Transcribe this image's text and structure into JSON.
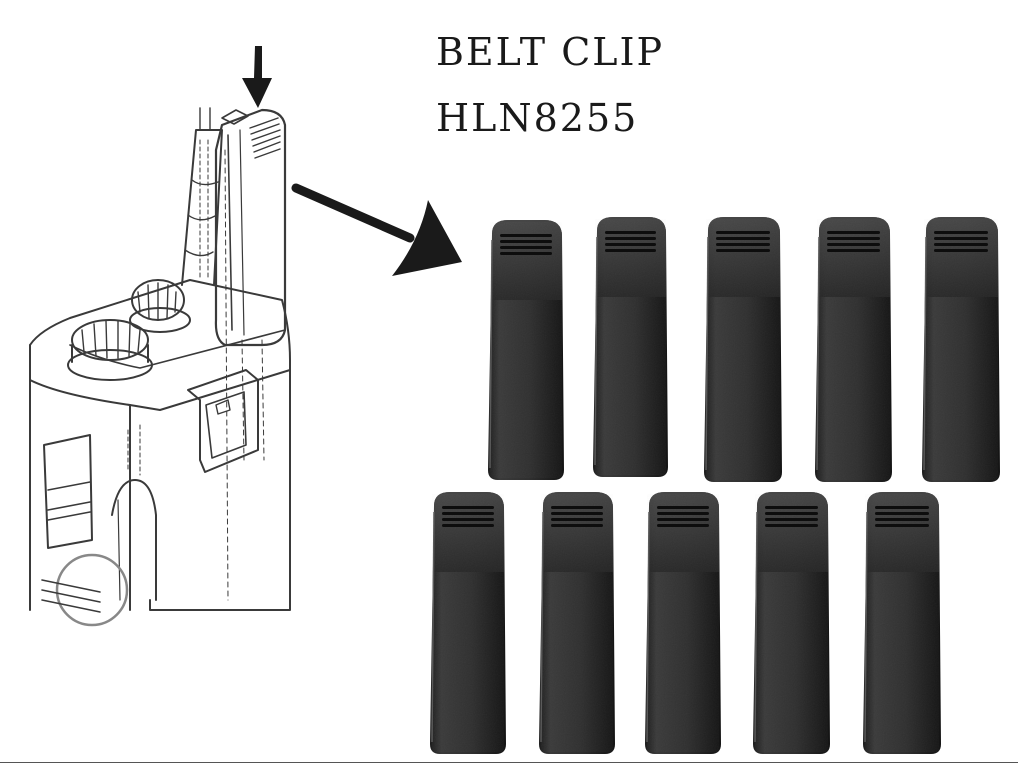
{
  "product": {
    "title_line_1": "BELT CLIP",
    "title_line_2": "HLN8255"
  },
  "clips": {
    "count": 10,
    "rows": 2,
    "per_row": 5,
    "color": "#2b2b2b"
  },
  "illustration": {
    "style": "line-drawing",
    "stroke_color": "#3a3a3a"
  },
  "icons": [
    "down-arrow-icon",
    "pointer-arrow-icon"
  ]
}
